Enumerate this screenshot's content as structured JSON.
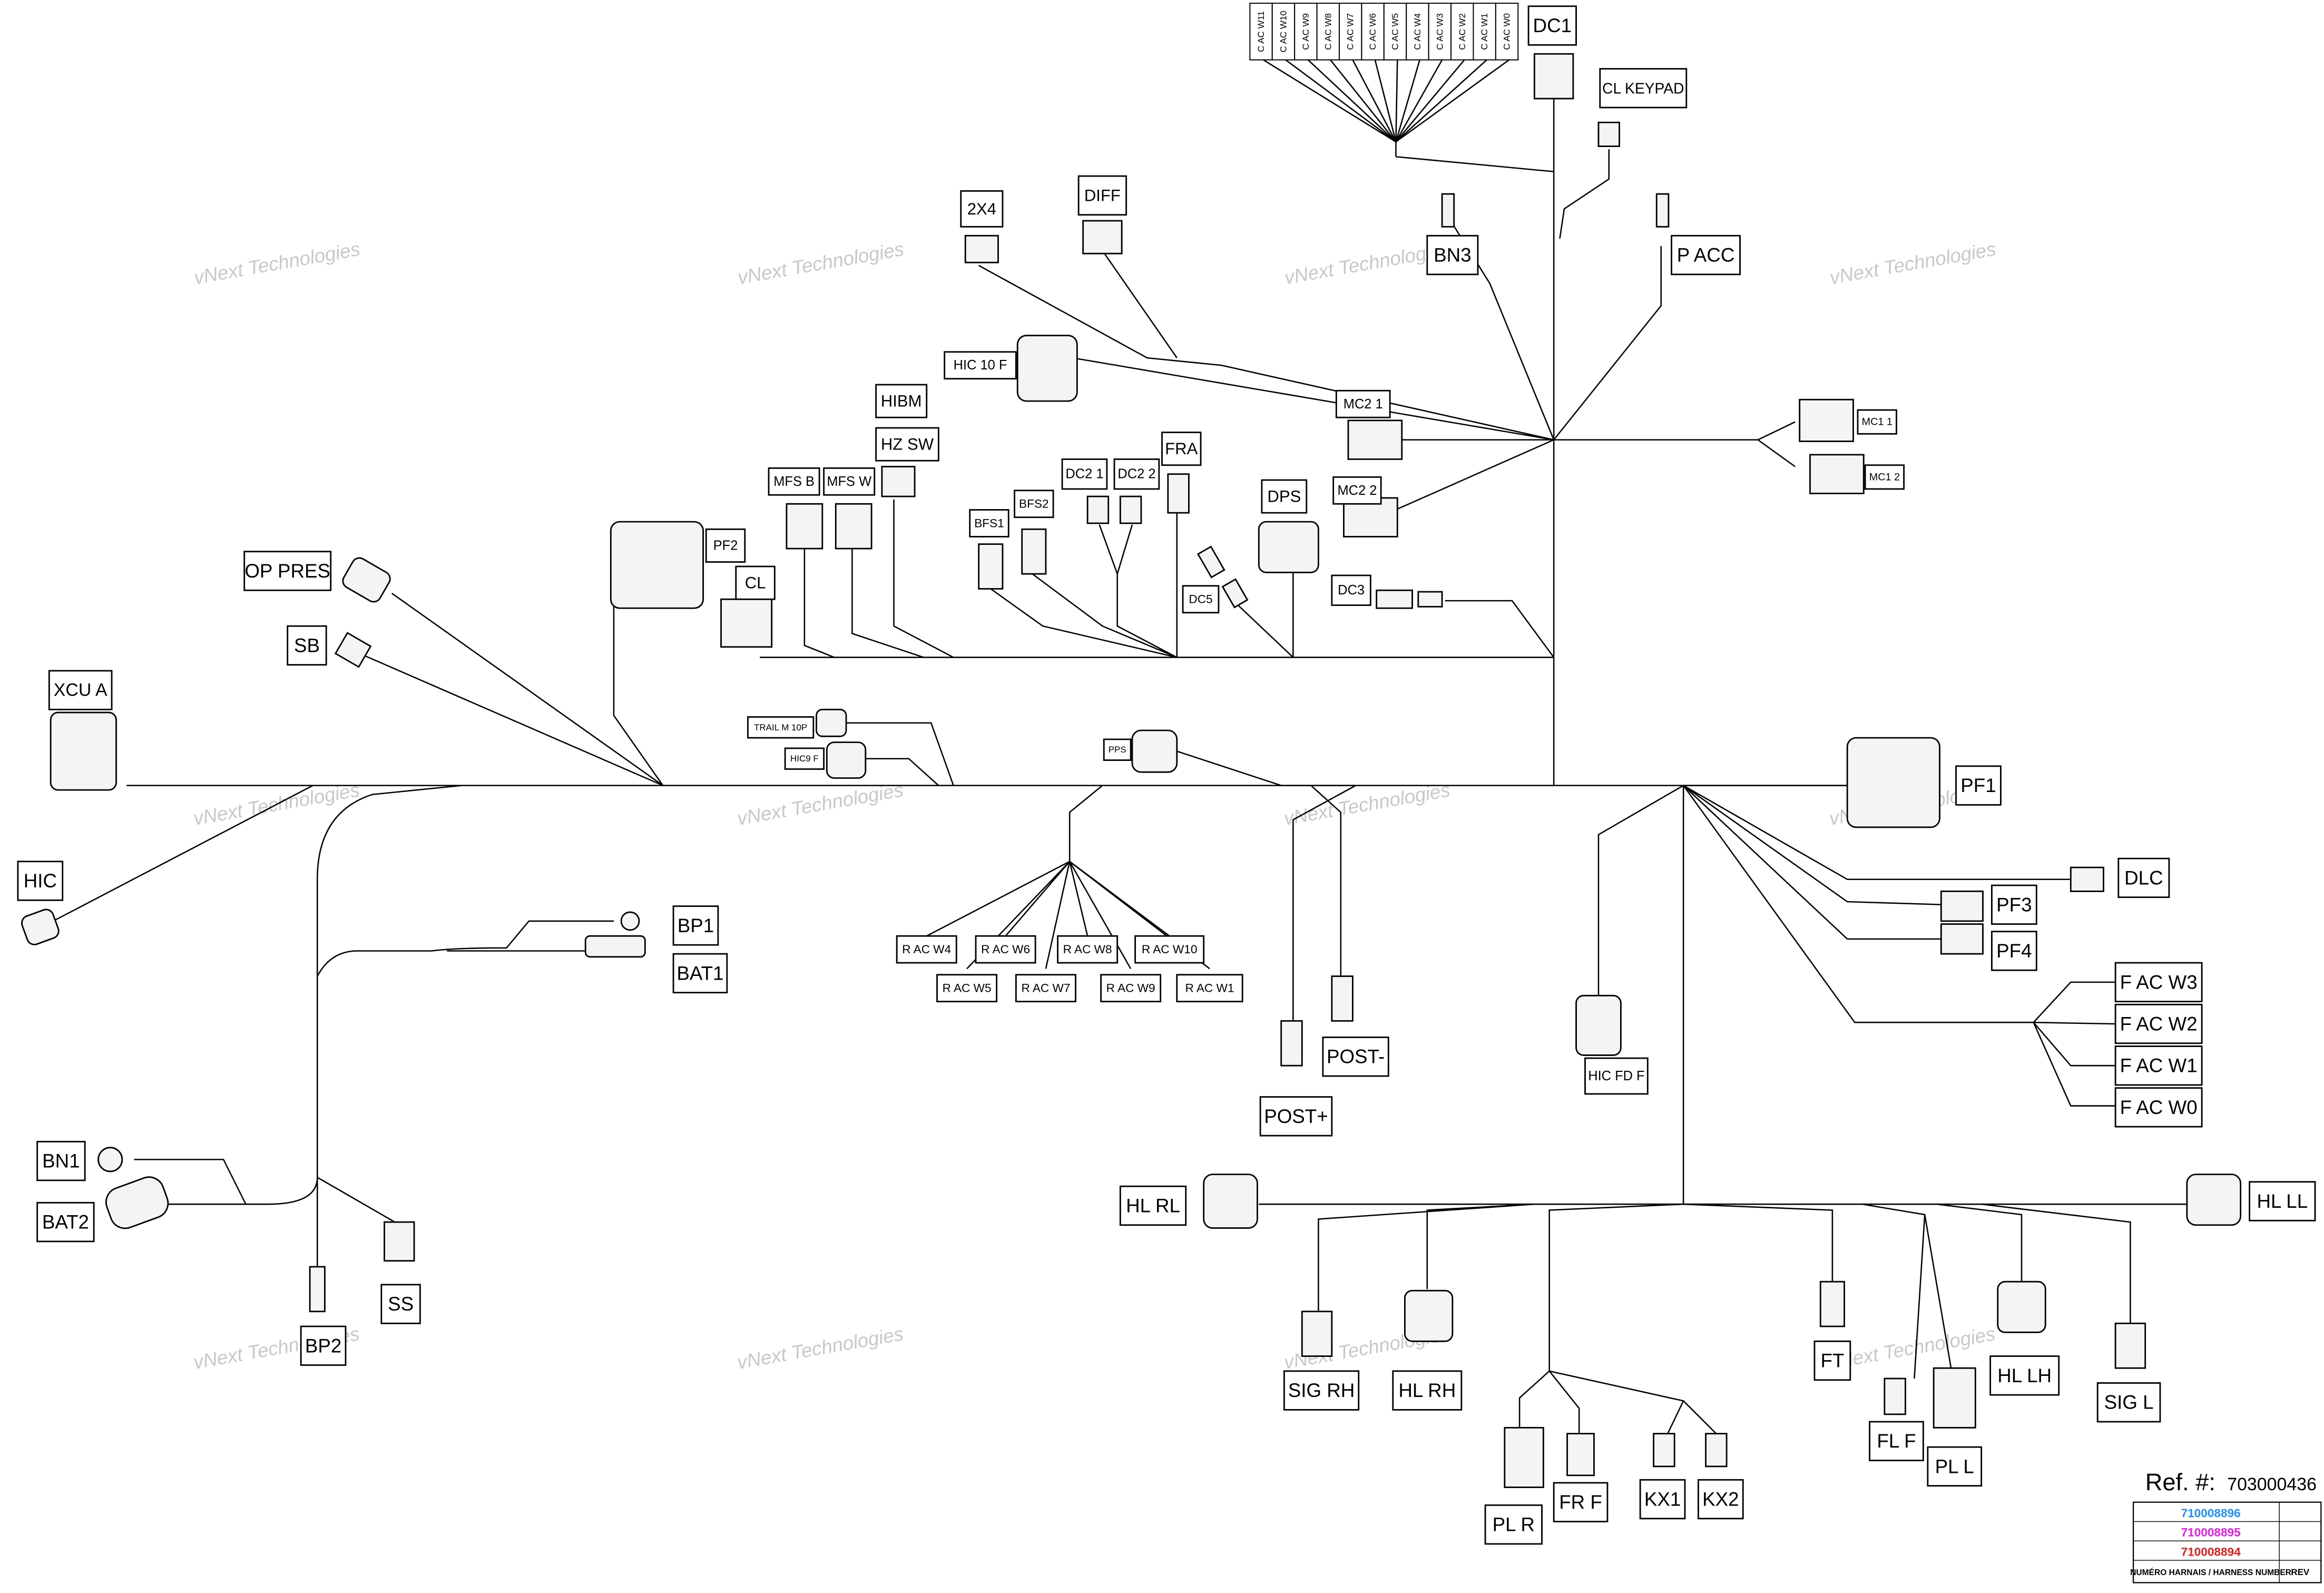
{
  "watermark": "vNext Technologies",
  "labels": {
    "dc1": "DC1",
    "cl_keypad": "CL KEYPAD",
    "bn3": "BN3",
    "p_acc": "P ACC",
    "x2x4": "2X4",
    "diff": "DIFF",
    "hic10f": "HIC 10 F",
    "hibm": "HIBM",
    "hzsw": "HZ SW",
    "mfsb": "MFS B",
    "mfsw": "MFS W",
    "dc21": "DC2 1",
    "dc22": "DC2 2",
    "fra": "FRA",
    "bfs1": "BFS1",
    "bfs2": "BFS2",
    "dps": "DPS",
    "dc5": "DC5",
    "mc21": "MC2 1",
    "mc22": "MC2 2",
    "dc3": "DC3",
    "mc11": "MC1 1",
    "mc12": "MC1 2",
    "pf2": "PF2",
    "cl": "CL",
    "op_pres": "OP PRES",
    "sb": "SB",
    "xcu_a": "XCU A",
    "trail": "TRAIL M 10P",
    "hic9f": "HIC9 F",
    "pps": "PPS",
    "pf1": "PF1",
    "hic": "HIC",
    "bp1": "BP1",
    "bat1": "BAT1",
    "dlc": "DLC",
    "pf3": "PF3",
    "pf4": "PF4",
    "racw4": "R AC W4",
    "racw6": "R AC W6",
    "racw8": "R AC W8",
    "racw10": "R AC W10",
    "racw5": "R AC W5",
    "racw7": "R AC W7",
    "racw9": "R AC W9",
    "racw1": "R AC W1",
    "facw3": "F AC W3",
    "facw2": "F AC W2",
    "facw1": "F AC W1",
    "facw0": "F AC W0",
    "post_minus": "POST-",
    "post_plus": "POST+",
    "hicfdf": "HIC FD F",
    "bn1": "BN1",
    "bat2": "BAT2",
    "ss": "SS",
    "bp2": "BP2",
    "hlrl": "HL RL",
    "hlll": "HL LL",
    "sigrh": "SIG RH",
    "hlrh": "HL RH",
    "ft": "FT",
    "hllh": "HL LH",
    "sigl": "SIG L",
    "flf": "FL F",
    "pll": "PL L",
    "plr": "PL R",
    "frf": "FR F",
    "kx1": "KX1",
    "kx2": "KX2"
  },
  "cac_labels": [
    "C AC W11",
    "C AC W10",
    "C AC W9",
    "C AC W8",
    "C AC W7",
    "C AC W6",
    "C AC W5",
    "C AC W4",
    "C AC W3",
    "C AC W2",
    "C AC W1",
    "C AC W0"
  ],
  "reference": {
    "ref_label": "Ref. #:",
    "ref_number": "703000436",
    "harness_numbers": [
      {
        "number": "710008896",
        "color": "#1e90ff"
      },
      {
        "number": "710008895",
        "color": "#e61ee6"
      },
      {
        "number": "710008894",
        "color": "#e61e1e"
      }
    ],
    "col_harness": "NUMÉRO HARNAIS / HARNESS NUMBER",
    "col_rev": "REV"
  }
}
